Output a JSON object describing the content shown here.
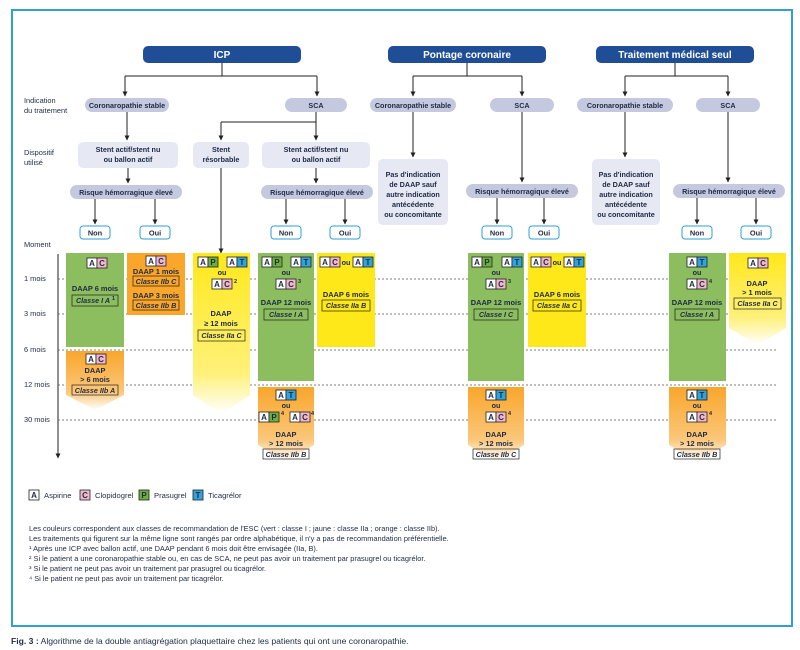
{
  "headers": [
    "ICP",
    "Pontage coronaire",
    "Traitement médical seul"
  ],
  "row_labels": {
    "indication": [
      "Indication",
      "du traitement"
    ],
    "dispositif": [
      "Dispositif",
      "utilisé"
    ],
    "moment": "Moment"
  },
  "indications": {
    "stable": "Coronaropathie stable",
    "sca": "SCA"
  },
  "devices": {
    "stent_actif": [
      "Stent actif/stent nu",
      "ou ballon actif"
    ],
    "stent_resorbable": [
      "Stent",
      "résorbable"
    ],
    "pas_indication": [
      "Pas d'indication",
      "de DAAP sauf",
      "autre indication",
      "antécédente",
      "ou concomitante"
    ]
  },
  "risk": "Risque hémorragique élevé",
  "answers": {
    "non": "Non",
    "oui": "Oui"
  },
  "times": [
    "1 mois",
    "3 mois",
    "6 mois",
    "12 mois",
    "30 mois"
  ],
  "drug_letters": {
    "aspirine": "A",
    "clopidogrel": "C",
    "prasugrel": "P",
    "ticagrelor": "T"
  },
  "connectors": {
    "ou": "ou"
  },
  "sup": {
    "n1": "1",
    "n2": "2",
    "n3": "3",
    "n4": "4"
  },
  "boxes": {
    "b1_daap": "DAAP 6 mois",
    "b1_class": "Classe I A",
    "b2_daap1": "DAAP 1 mois",
    "b2_class1": "Classe IIb C",
    "b2_daap2": "DAAP 3 mois",
    "b2_class2": "Classe IIb B",
    "b3_daap": "DAAP",
    "b3_dur": "> 6 mois",
    "b3_class": "Classe IIb A",
    "b4_daap": "DAAP",
    "b4_dur": "≥ 12 mois",
    "b4_class": "Classe IIa C",
    "b5_daap": "DAAP 12 mois",
    "b5_class": "Classe I A",
    "b6_daap": "DAAP 6 mois",
    "b6_class": "Classe IIa B",
    "b7_daap": "DAAP",
    "b7_dur": "> 12 mois",
    "b7_class": "Classe IIb B",
    "b8_daap": "DAAP 12 mois",
    "b8_class": "Classe I C",
    "b9_daap": "DAAP 6 mois",
    "b9_class": "Classe IIa C",
    "b10_daap": "DAAP",
    "b10_dur": "> 12 mois",
    "b10_class": "Classe IIb C",
    "b11_daap": "DAAP 12 mois",
    "b11_class": "Classe I A",
    "b12_daap": "DAAP",
    "b12_dur": "> 1 mois",
    "b12_class": "Classe IIa C",
    "b13_daap": "DAAP",
    "b13_dur": "> 12 mois",
    "b13_class": "Classe IIb B"
  },
  "legend": [
    "Aspirine",
    "Clopidogrel",
    "Prasugrel",
    "Ticagrélor"
  ],
  "notes": [
    "Les couleurs correspondent aux classes de recommandation de l'ESC (vert : classe I ; jaune : classe IIa ; orange : classe IIb).",
    "Les traitements qui figurent sur la même ligne sont rangés par ordre alphabétique, il n'y a pas de recommandation préférentielle.",
    "¹ Après une ICP avec ballon actif, une DAAP pendant 6 mois doit être envisagée (IIa, B).",
    "² Si le patient a une coronaropathie stable ou, en cas de SCA, ne peut pas avoir un traitement par prasugrel ou ticagrélor.",
    "³ Si le patient ne peut pas avoir un traitement par prasugrel ou ticagrélor.",
    "⁴ Si le patient ne peut pas avoir un traitement par ticagrélor."
  ],
  "caption": {
    "label": "Fig. 3 :",
    "text": " Algorithme de la double antiagrégation plaquettaire chez les patients qui ont une coronaropathie."
  },
  "colors": {
    "header_blue": "#1f4e96",
    "pill_grey": "#c5c9e0",
    "device_box": "#e6e8f3",
    "green": "#8cbd5e",
    "yellow": "#ffe81a",
    "orange": "#f9a62b",
    "aspirin": "#ffffff",
    "clopidogrel": "#f3b7cb",
    "prasugrel": "#6dae3f",
    "ticagrelor": "#2fa4dc",
    "frame": "#2f9fd6"
  }
}
